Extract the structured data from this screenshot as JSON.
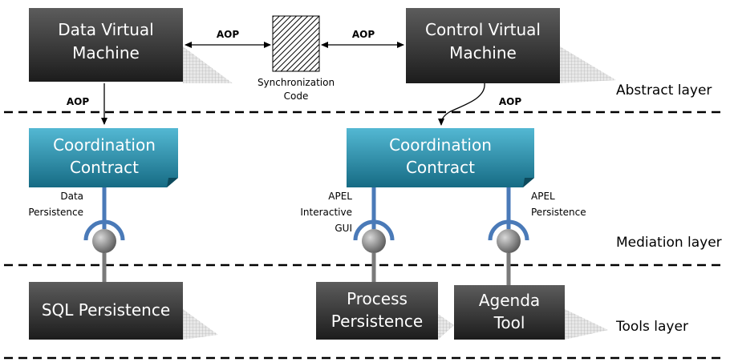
{
  "boxes": {
    "data_vm": [
      "Data Virtual",
      "Machine"
    ],
    "control_vm": [
      "Control Virtual",
      "Machine"
    ],
    "coord_left": [
      "Coordination",
      "Contract"
    ],
    "coord_right": [
      "Coordination",
      "Contract"
    ],
    "sql": [
      "SQL Persistence"
    ],
    "process": [
      "Process",
      "Persistence"
    ],
    "agenda": [
      "Agenda",
      "Tool"
    ]
  },
  "sync_code": [
    "Synchronization",
    "Code"
  ],
  "aop_label": "AOP",
  "interfaces": {
    "data_persistence": [
      "Data",
      "Persistence"
    ],
    "apel_gui": [
      "APEL",
      "Interactive",
      "GUI"
    ],
    "apel_persistence": [
      "APEL",
      "Persistence"
    ]
  },
  "layers": {
    "abstract": "Abstract layer",
    "mediation": "Mediation layer",
    "tools": "Tools layer"
  },
  "colors": {
    "dark_box_top": "#5a5a5a",
    "dark_box_bottom": "#1e1e1e",
    "teal_top": "#4fb3cf",
    "teal_bottom": "#176e87",
    "connector_blue": "#4a7ab8",
    "ball_gray": "#8a8a8a"
  }
}
